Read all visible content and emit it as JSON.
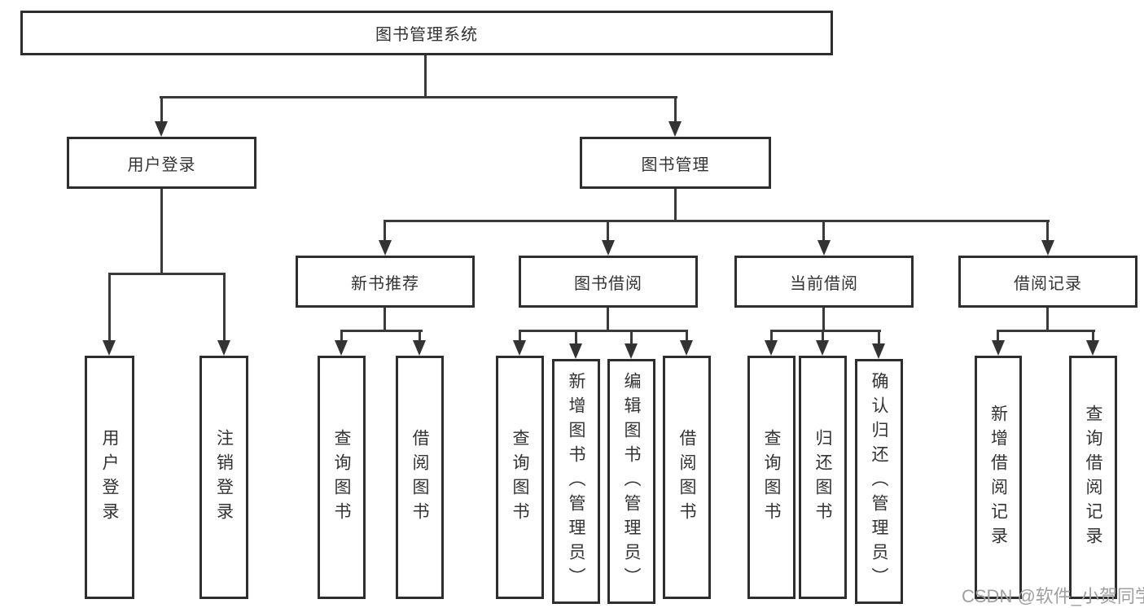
{
  "diagram": {
    "root": {
      "label": "图书管理系统"
    },
    "level2": [
      {
        "label": "用户登录"
      },
      {
        "label": "图书管理"
      }
    ],
    "level3": [
      {
        "label": "新书推荐"
      },
      {
        "label": "图书借阅"
      },
      {
        "label": "当前借阅"
      },
      {
        "label": "借阅记录"
      }
    ],
    "leaves": {
      "user_login": [
        {
          "label": "用户登录"
        },
        {
          "label": "注销登录"
        }
      ],
      "new_book_recommend": [
        {
          "label": "查询图书"
        },
        {
          "label": "借阅图书"
        }
      ],
      "book_borrowing": [
        {
          "label": "查询图书"
        },
        {
          "label": "新增图书（管理员）"
        },
        {
          "label": "编辑图书（管理员）"
        },
        {
          "label": "借阅图书"
        }
      ],
      "current_borrowing": [
        {
          "label": "查询图书"
        },
        {
          "label": "归还图书"
        },
        {
          "label": "确认归还（管理员）"
        }
      ],
      "borrowing_records": [
        {
          "label": "新增借阅记录"
        },
        {
          "label": "查询借阅记录"
        }
      ]
    },
    "watermark": "CSDN @软件_小贺同学",
    "colors": {
      "line": "#3a3a3a",
      "box_border": "#2e2e2e",
      "text": "#333333",
      "watermark": "#9f9f9f",
      "background": "#ffffff"
    }
  }
}
